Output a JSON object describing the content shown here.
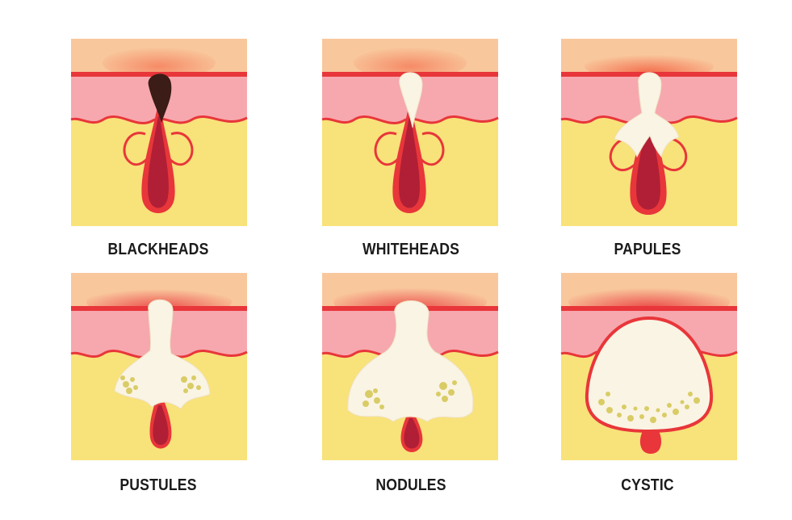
{
  "colors": {
    "top_surface": "#f9c79c",
    "top_glow": "#f25a3c",
    "epidermis_line": "#e8363a",
    "epidermis": "#f6a8ae",
    "dermis": "#f8e27a",
    "follicle": "#b01f35",
    "follicle_rim": "#e8363a",
    "blackhead_plug": "#3b1c16",
    "sebum": "#faf4e4",
    "pus_speckle": "#d9cc66"
  },
  "conditions": [
    {
      "label": "BLACKHEADS"
    },
    {
      "label": "WHITEHEADS"
    },
    {
      "label": "PAPULES"
    },
    {
      "label": "PUSTULES"
    },
    {
      "label": "NODULES"
    },
    {
      "label": "CYSTIC"
    }
  ]
}
